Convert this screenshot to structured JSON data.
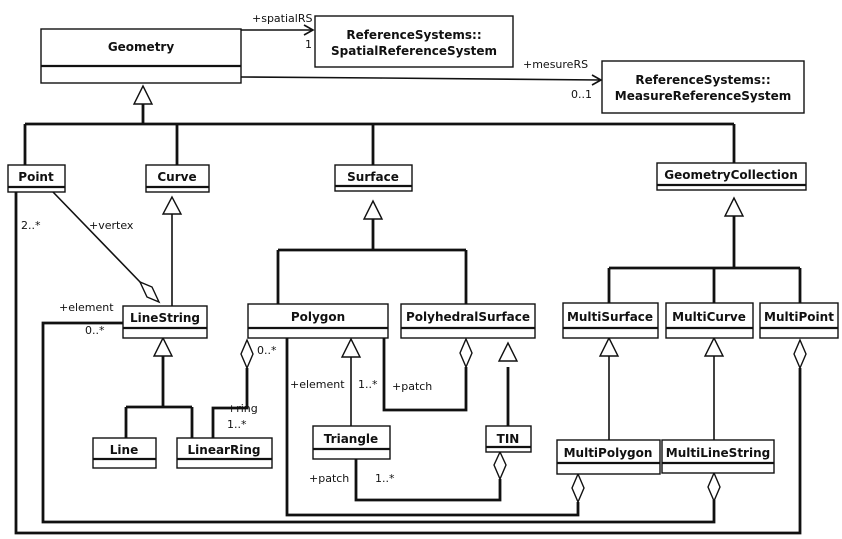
{
  "classes": {
    "geometry": "Geometry",
    "spatial_rs_1": "ReferenceSystems::",
    "spatial_rs_2": "SpatialReferenceSystem",
    "measure_rs_1": "ReferenceSystems::",
    "measure_rs_2": "MeasureReferenceSystem",
    "point": "Point",
    "curve": "Curve",
    "surface": "Surface",
    "geometry_collection": "GeometryCollection",
    "linestring": "LineString",
    "polygon": "Polygon",
    "polyhedral_surface": "PolyhedralSurface",
    "multi_surface": "MultiSurface",
    "multi_curve": "MultiCurve",
    "multi_point": "MultiPoint",
    "line": "Line",
    "linear_ring": "LinearRing",
    "triangle": "Triangle",
    "tin": "TIN",
    "multi_polygon": "MultiPolygon",
    "multi_linestring": "MultiLineString"
  },
  "labels": {
    "spatial_rs_role": "+spatialRS",
    "spatial_rs_mult": "1",
    "measure_rs_role": "+mesureRS",
    "measure_rs_mult": "0..1",
    "point_mult": "2..*",
    "vertex_role": "+vertex",
    "element_role_left": "+element",
    "element_mult_left": "0..*",
    "polygon_ring_mult": "0..*",
    "ring_role": "+ring",
    "ring_mult": "1..*",
    "element_role_mid": "+element",
    "patch_mult_mid": "1..*",
    "patch_role_mid": "+patch",
    "patch_role_bottom": "+patch",
    "patch_mult_bottom": "1..*"
  }
}
